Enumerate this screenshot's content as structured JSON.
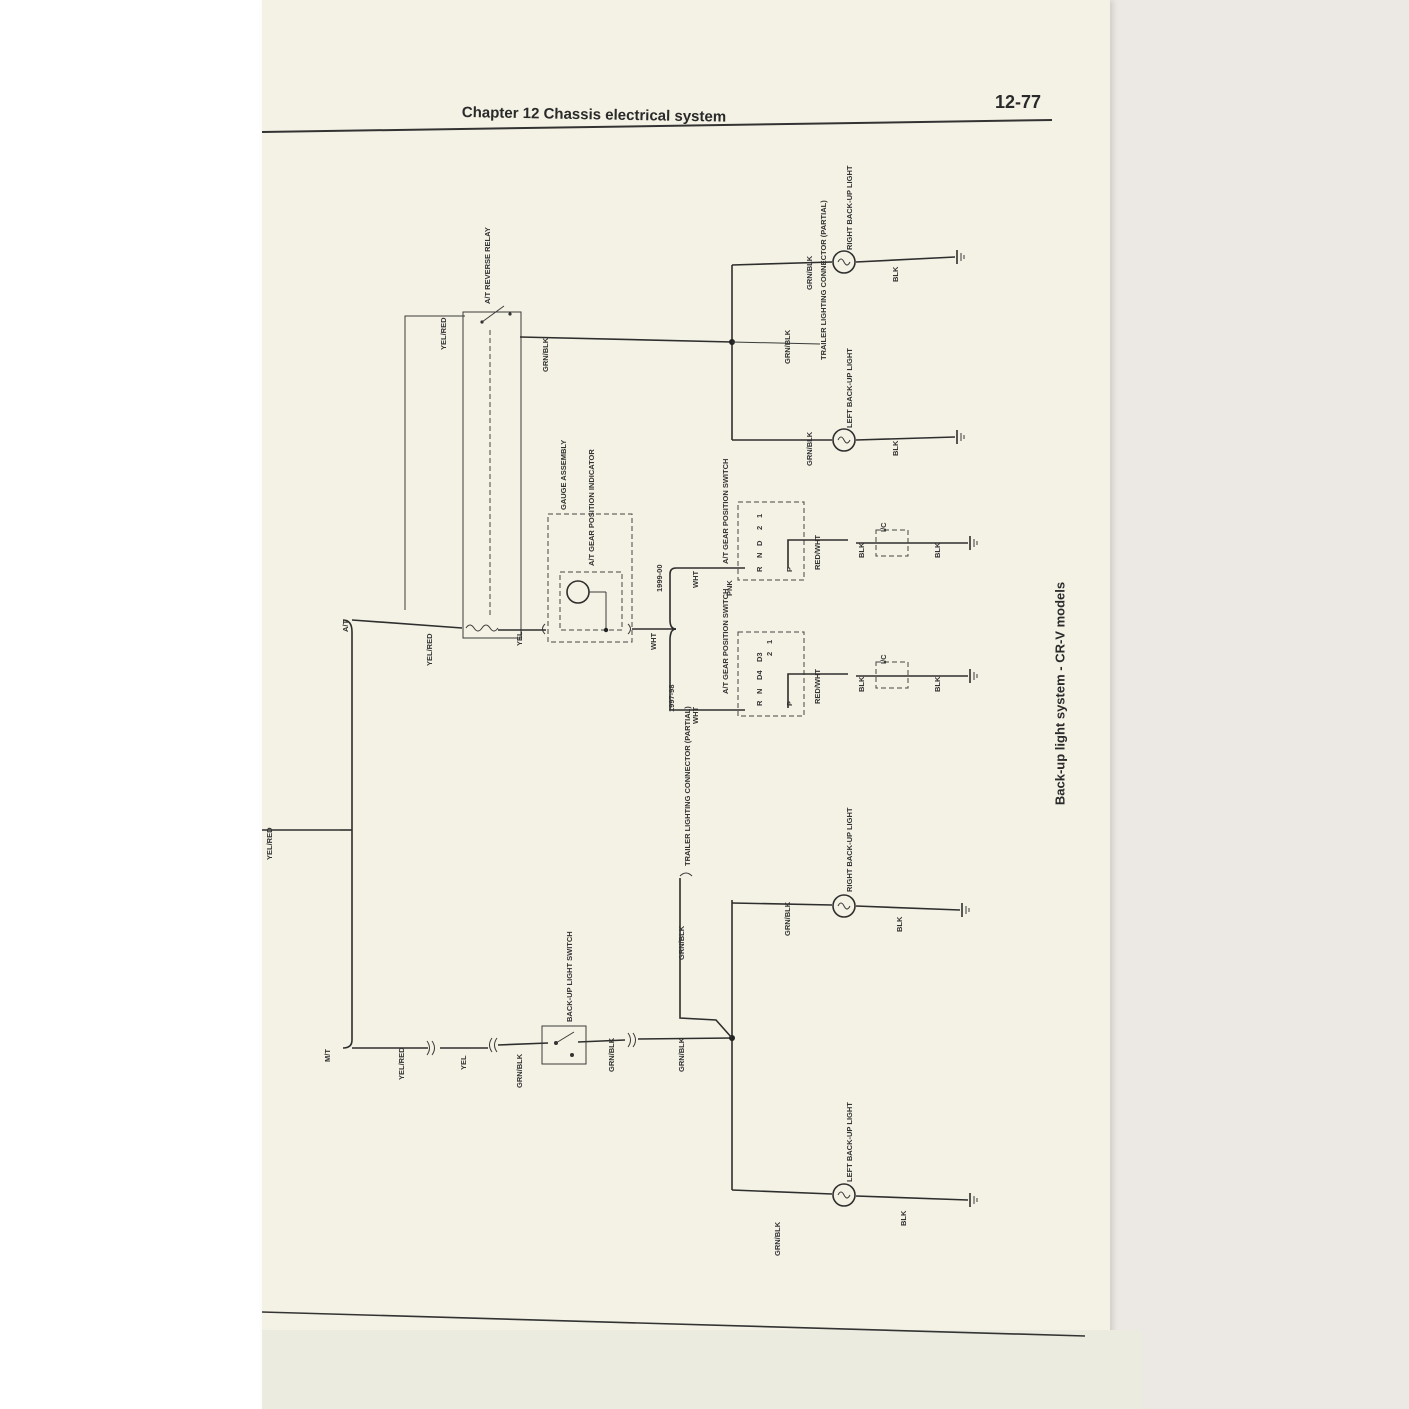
{
  "header": {
    "chapter_title": "Chapter 12  Chassis electrical system",
    "page_number": "12-77"
  },
  "caption": "Back-up light system - CR-V models",
  "labels": {
    "yel_red": "YEL/RED",
    "yel": "YEL",
    "grn_blk": "GRN/BLK",
    "blk": "BLK",
    "wht": "WHT",
    "pnk": "PNK",
    "red_wht": "RED/WHT",
    "mt": "M/T",
    "at": "A/T",
    "backup_switch": "BACK-UP LIGHT SWITCH",
    "trailer_connector": "TRAILER LIGHTING CONNECTOR (PARTIAL)",
    "left_backup_light": "LEFT BACK-UP LIGHT",
    "right_backup_light": "RIGHT BACK-UP LIGHT",
    "at_reverse_relay": "A/T REVERSE RELAY",
    "gauge_assembly": "GAUGE ASSEMBLY",
    "at_gear_indicator": "A/T GEAR POSITION INDICATOR",
    "at_gear_switch": "A/T GEAR POSITION SWITCH",
    "year_1997_98": "1997-98",
    "year_1999_00": "1999-00",
    "ic": "I/C",
    "r": "R",
    "n": "N",
    "d4": "D4",
    "d3": "D3",
    "d": "D",
    "p": "P",
    "n2": "2",
    "n1": "1"
  }
}
